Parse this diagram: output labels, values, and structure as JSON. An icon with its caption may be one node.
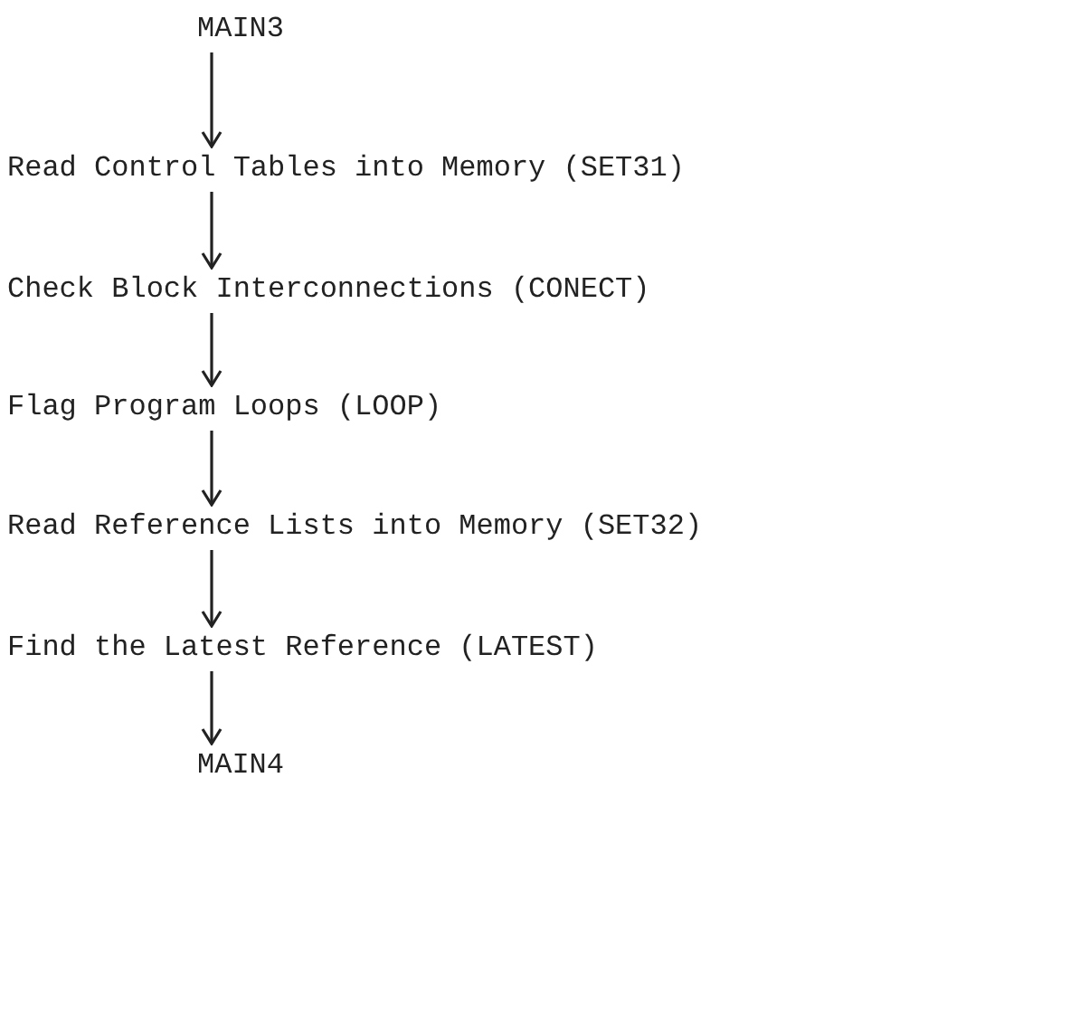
{
  "diagram": {
    "nodes": [
      {
        "text": [
          "MAIN3"
        ]
      },
      {
        "text": [
          "Read Control Tables into Memory (SET31)"
        ]
      },
      {
        "text": [
          "Check Block Interconnections (CONECT)"
        ]
      },
      {
        "text": [
          "Flag Program Loops (LOOP)"
        ]
      },
      {
        "text": [
          "Read Reference Lists into Memory (SET32)"
        ]
      },
      {
        "text": [
          "Find the Latest Reference (LATEST)"
        ]
      },
      {
        "text": [
          "MAIN4"
        ]
      }
    ],
    "edges": [
      {
        "from": 0,
        "to": 1,
        "arrow": "to"
      },
      {
        "from": 1,
        "to": 2,
        "arrow": "to"
      },
      {
        "from": 2,
        "to": 3,
        "arrow": "to"
      },
      {
        "from": 3,
        "to": 4,
        "arrow": "to"
      },
      {
        "from": 4,
        "to": 5,
        "arrow": "to"
      },
      {
        "from": 5,
        "to": 6,
        "arrow": "to"
      }
    ]
  }
}
